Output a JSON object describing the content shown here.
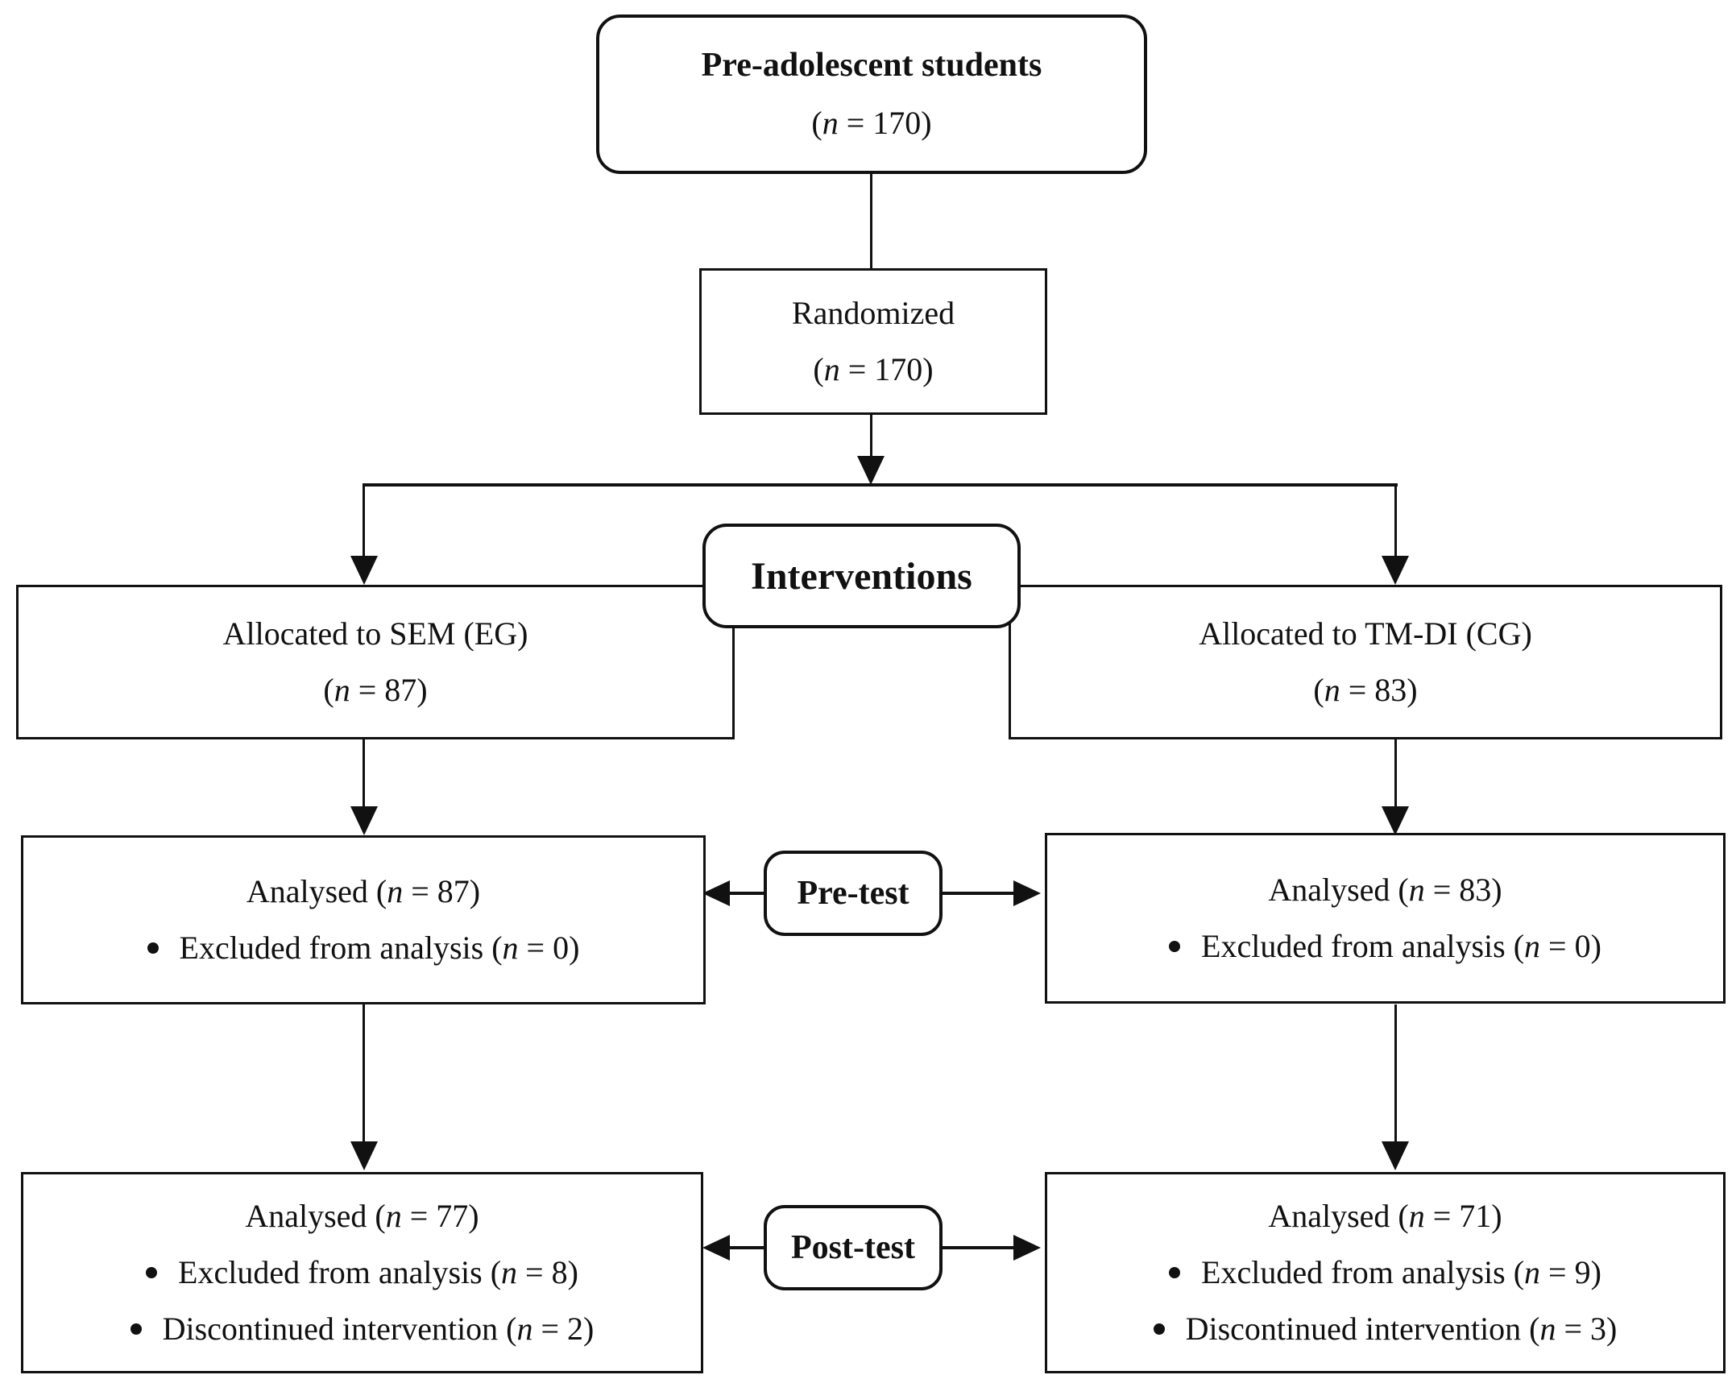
{
  "flowchart": {
    "enrollment": {
      "title": "Pre-adolescent students",
      "n_line": "(n = 170)"
    },
    "randomized": {
      "label": "Randomized",
      "n_line": "(n = 170)"
    },
    "interventions": {
      "label": "Interventions"
    },
    "allocation": {
      "left": {
        "line1": "Allocated to SEM (EG)",
        "n_line": "(n = 87)"
      },
      "right": {
        "line1": "Allocated to TM-DI (CG)",
        "n_line": "(n = 83)"
      }
    },
    "pretest": {
      "label": "Pre-test",
      "left": {
        "analysed": "Analysed (n = 87)",
        "bullets": [
          "Excluded from analysis (n = 0)"
        ]
      },
      "right": {
        "analysed": "Analysed (n = 83)",
        "bullets": [
          "Excluded from analysis (n = 0)"
        ]
      }
    },
    "posttest": {
      "label": "Post-test",
      "left": {
        "analysed": "Analysed (n = 77)",
        "bullets": [
          "Excluded from analysis (n = 8)",
          "Discontinued intervention (n = 2)"
        ]
      },
      "right": {
        "analysed": "Analysed (n = 71)",
        "bullets": [
          "Excluded from analysis (n = 9)",
          "Discontinued intervention (n = 3)"
        ]
      }
    },
    "colors": {
      "line": "#111111",
      "background": "#ffffff",
      "text": "#111111"
    }
  }
}
